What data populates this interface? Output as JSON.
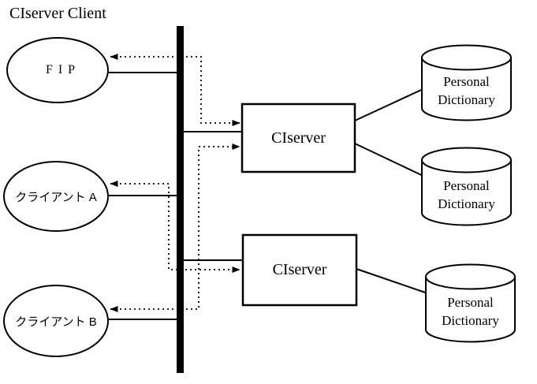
{
  "title": "CIserver Client",
  "clients": [
    {
      "label": "FIP"
    },
    {
      "label": "クライアント A"
    },
    {
      "label": "クライアント B"
    }
  ],
  "servers": [
    {
      "label": "CIserver"
    },
    {
      "label": "CIserver"
    }
  ],
  "databases": [
    {
      "line1": "Personal",
      "line2": "Dictionary"
    },
    {
      "line1": "Personal",
      "line2": "Dictionary"
    },
    {
      "line1": "Personal",
      "line2": "Dictionary"
    }
  ],
  "colors": {
    "foreground": "#000000",
    "background": "#ffffff"
  }
}
